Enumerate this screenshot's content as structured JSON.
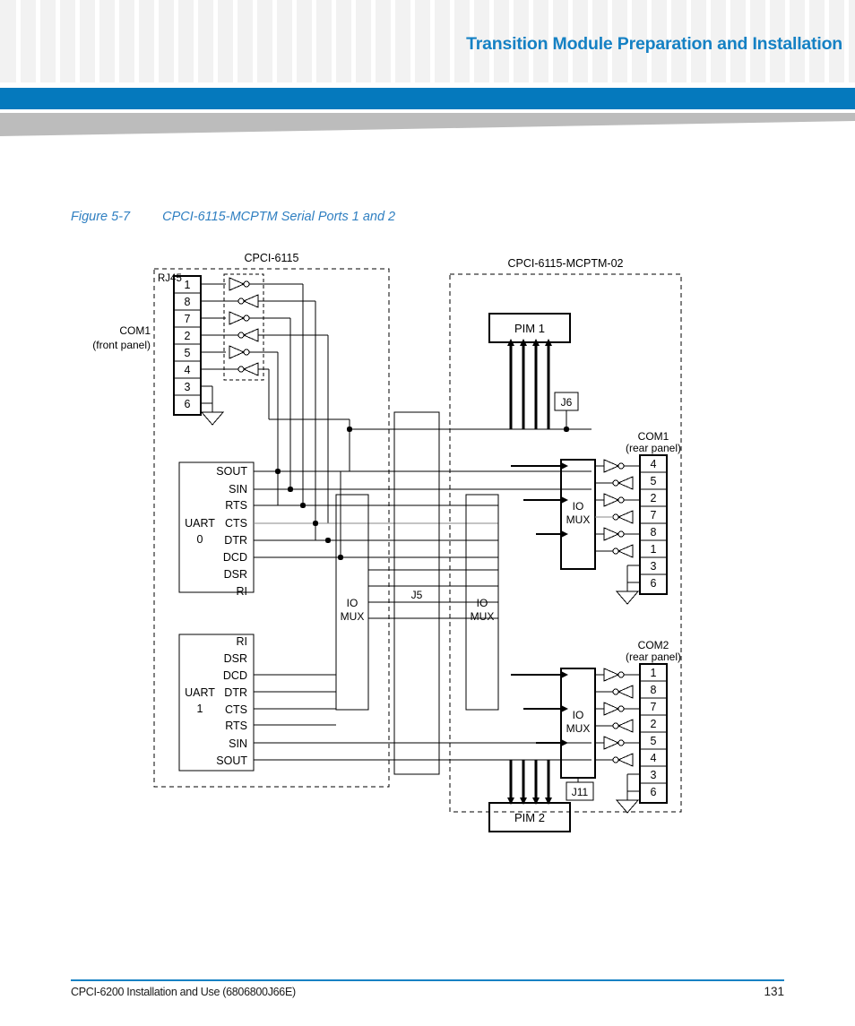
{
  "header": {
    "title": "Transition Module Preparation and Installation",
    "accent_color": "#0579bd",
    "title_color": "#1581c4",
    "pattern_color": "#f2f2f2",
    "swoosh_color": "#bcbcbc"
  },
  "figure": {
    "number": "Figure 5-7",
    "caption": "CPCI-6115-MCPTM Serial Ports 1 and 2",
    "caption_color": "#2f7fc1"
  },
  "diagram": {
    "type": "block-schematic",
    "boards": [
      {
        "id": "left-board",
        "label": "CPCI-6115"
      },
      {
        "id": "right-board",
        "label": "CPCI-6115-MCPTM-02"
      }
    ],
    "connectors": {
      "front": {
        "name": "RJ45",
        "label_line1": "COM1",
        "label_line2": "(front panel)",
        "pins": [
          "1",
          "8",
          "7",
          "2",
          "5",
          "4",
          "3",
          "6"
        ],
        "grounded_pins": [
          "3",
          "6"
        ]
      },
      "rear_com1": {
        "label_line1": "COM1",
        "label_line2": "(rear panel)",
        "pins": [
          "4",
          "5",
          "2",
          "7",
          "8",
          "1",
          "3",
          "6"
        ],
        "grounded_pins": [
          "3",
          "6"
        ]
      },
      "rear_com2": {
        "label_line1": "COM2",
        "label_line2": "(rear panel)",
        "pins": [
          "1",
          "8",
          "7",
          "2",
          "5",
          "4",
          "3",
          "6"
        ],
        "grounded_pins": [
          "3",
          "6"
        ]
      }
    },
    "uarts": [
      {
        "id": "uart0",
        "label_line1": "UART",
        "label_line2": "0",
        "signals": [
          "SOUT",
          "SIN",
          "RTS",
          "CTS",
          "DTR",
          "DCD",
          "DSR",
          "RI"
        ]
      },
      {
        "id": "uart1",
        "label_line1": "UART",
        "label_line2": "1",
        "signals": [
          "RI",
          "DSR",
          "DCD",
          "DTR",
          "CTS",
          "RTS",
          "SIN",
          "SOUT"
        ]
      }
    ],
    "mux_blocks": [
      {
        "id": "mux-left",
        "line1": "IO",
        "line2": "MUX"
      },
      {
        "id": "mux-mid-right",
        "line1": "IO",
        "line2": "MUX"
      },
      {
        "id": "mux-com1",
        "line1": "IO",
        "line2": "MUX"
      },
      {
        "id": "mux-com2",
        "line1": "IO",
        "line2": "MUX"
      }
    ],
    "pims": [
      {
        "id": "pim1",
        "label": "PIM 1"
      },
      {
        "id": "pim2",
        "label": "PIM 2"
      }
    ],
    "jumpers": [
      {
        "id": "j5",
        "label": "J5"
      },
      {
        "id": "j6",
        "label": "J6"
      },
      {
        "id": "j11",
        "label": "J11"
      }
    ]
  },
  "footer": {
    "document": "CPCI-6200 Installation and Use (6806800J66E)",
    "page": "131",
    "rule_color": "#1581c4"
  }
}
